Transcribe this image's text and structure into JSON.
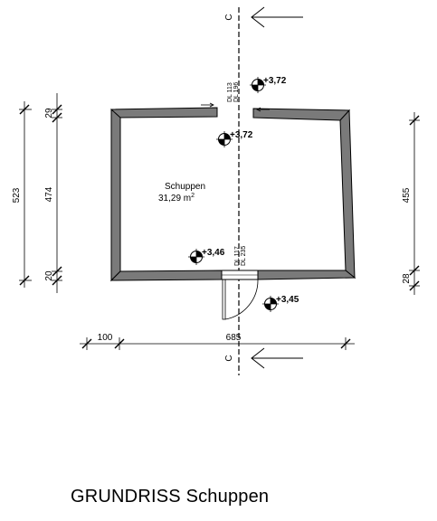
{
  "title": "GRUNDRISS Schuppen",
  "room": {
    "name": "Schuppen",
    "area_value": "31,29 m",
    "area_unit_sup": "2"
  },
  "section_marker": "C",
  "levels": [
    "+3,72",
    "+3,72",
    "+3,46",
    "+3,45"
  ],
  "door_label": {
    "line1": "DL 113",
    "line2": "DL 196"
  },
  "opening_label": {
    "line1": "DL 117",
    "line2": "DL 235"
  },
  "dimensions": {
    "left_total": "523",
    "left_top": "29",
    "left_mid": "474",
    "left_bottom": "20",
    "right_mid": "455",
    "right_bottom": "28",
    "bottom_left": "100",
    "bottom_total": "685"
  }
}
